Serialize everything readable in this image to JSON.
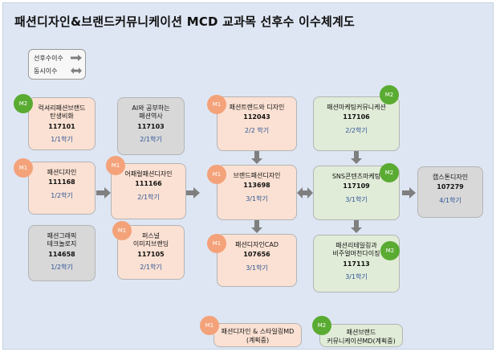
{
  "title": "패션디자인&브랜드커뮤니케이션 MCD 교과목 선후수 이수체계도",
  "legend": {
    "sequential": "선후수이수",
    "concurrent": "동시이수"
  },
  "colors": {
    "peach": "#fbe1d3",
    "green": "#e1ecd8",
    "gray": "#d8d8d8",
    "m1": "#f4a27a",
    "m2": "#5aab32",
    "arrow": "#7f7f7f"
  },
  "courses": [
    {
      "id": "luxury",
      "badge": "M2",
      "name": "럭셔리패션브랜드\n탄생비화",
      "code": "117101",
      "semester": "1/1학기"
    },
    {
      "id": "ai",
      "badge": "",
      "name": "AI와 공부하는\n패션역사",
      "code": "117103",
      "semester": "2/1학기"
    },
    {
      "id": "trend",
      "badge": "M1",
      "name": "패션트랜드와 디자인",
      "code": "112043",
      "semester": "2/2 학기"
    },
    {
      "id": "marketing",
      "badge": "M2",
      "name": "패션마케팅커뮤니케션",
      "code": "117106",
      "semester": "2/2학기"
    },
    {
      "id": "design",
      "badge": "M1",
      "name": "패션디자인",
      "code": "111168",
      "semester": "1/2학기"
    },
    {
      "id": "apparel",
      "badge": "M1",
      "name": "어패럴패션디자인",
      "code": "111166",
      "semester": "2/1학기"
    },
    {
      "id": "brand",
      "badge": "M1",
      "name": "브랜드패션디자인",
      "code": "113698",
      "semester": "3/1학기"
    },
    {
      "id": "sns",
      "badge": "M2",
      "name": "SNS콘텐츠마케팅",
      "code": "117109",
      "semester": "3/1학기"
    },
    {
      "id": "capstone",
      "badge": "",
      "name": "캡스톤디자인",
      "code": "107279",
      "semester": "4/1학기"
    },
    {
      "id": "graphic",
      "badge": "",
      "name": "패션그래픽\n테크놀로지",
      "code": "114658",
      "semester": "1/2학기"
    },
    {
      "id": "personal",
      "badge": "M1",
      "name": "퍼스널\n이미지브랜딩",
      "code": "117105",
      "semester": "2/1학기"
    },
    {
      "id": "cad",
      "badge": "M1",
      "name": "패션디자인CAD",
      "code": "107656",
      "semester": "3/1학기"
    },
    {
      "id": "retail",
      "badge": "M2",
      "name": "패션리테일링과\n비주얼머천다이징",
      "code": "117113",
      "semester": "3/1학기"
    }
  ],
  "planned": [
    {
      "id": "m1-plan",
      "badge": "M1",
      "text": "패션디자인 & 스타일링MD\n(계획중)"
    },
    {
      "id": "m2-plan",
      "badge": "M2",
      "text": "패션브랜드\n커뮤니케이션MD(계획중)"
    }
  ]
}
